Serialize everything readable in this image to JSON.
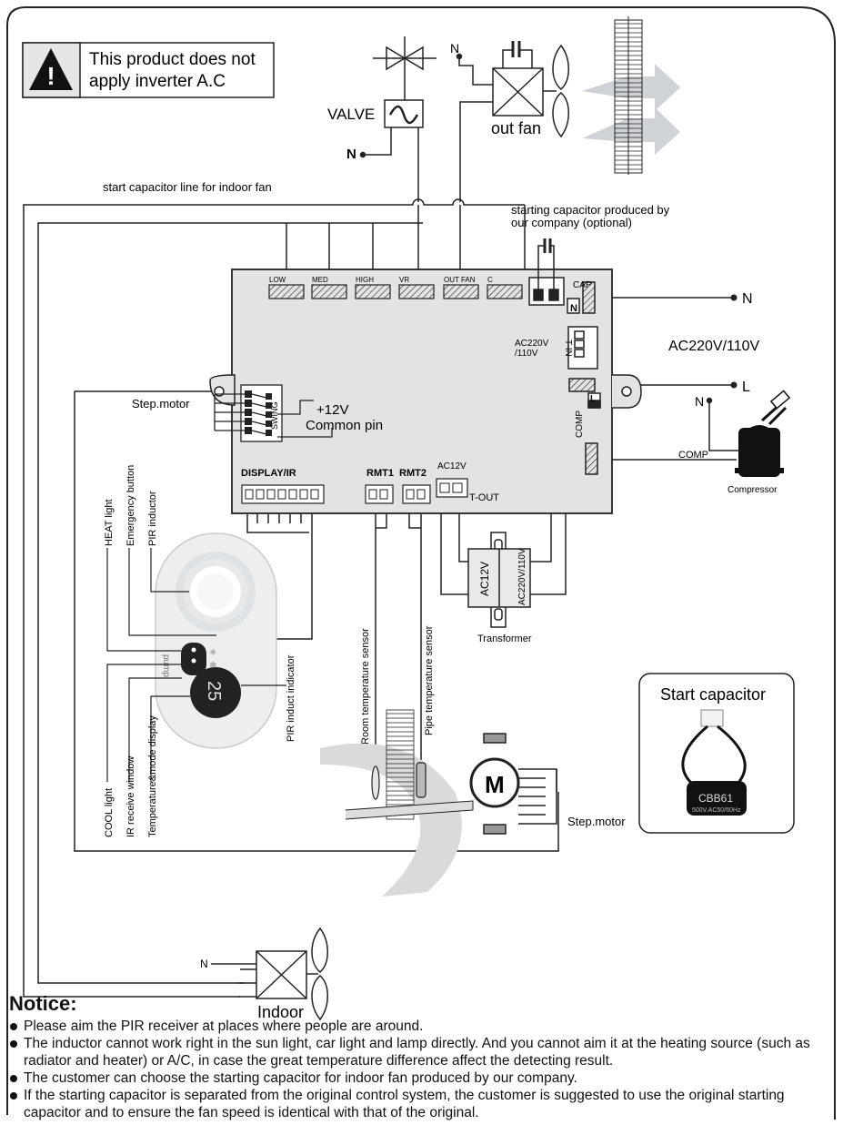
{
  "warning": {
    "line1": "This product does not",
    "line2": "apply inverter A.C"
  },
  "labels": {
    "valve": "VALVE",
    "n_valve_top": "N",
    "n_valve": "N",
    "out_fan": "out fan",
    "start_cap_line": "start capacitor line for indoor fan",
    "starting_cap_1": "starting capacitor produced by",
    "starting_cap_2": "our company (optional)",
    "n_power": "N",
    "l_power": "L",
    "power": "AC220V/110V",
    "n_comp": "N",
    "comp_line": "COMP",
    "compressor": "Compressor",
    "transformer": "Transformer",
    "step_motor_top": "Step.motor",
    "step_motor_bottom": "Step.motor",
    "plus12v": "+12V",
    "common_pin": "Common pin",
    "indoor": "Indoor",
    "n_indoor": "N",
    "heat_light": "HEAT light",
    "emergency_button": "Emergency button",
    "pir_inductor": "PIR inductor",
    "cool_light": "COOL light",
    "ir_window": "IR receive window",
    "temp_mode_display": "Temperature&mode display",
    "pir_induct_indicator": "PIR induct indicator",
    "room_sensor": "Room temperature sensor",
    "pipe_sensor": "Pipe temperature sensor",
    "motor_letter": "M",
    "start_capacitor_title": "Start capacitor",
    "cap_model": "CBB61",
    "cap_rating": "500V.AC50/60Hz"
  },
  "board": {
    "terminals": [
      "LOW",
      "MED",
      "HIGH",
      "VR",
      "OUT FAN",
      "C"
    ],
    "cap": "CAP",
    "n": "N",
    "ac_in_1": "AC220V",
    "ac_in_2": "/110V",
    "t_in": "T-IN",
    "l": "L",
    "comp": "COMP",
    "swing": "SWING",
    "display_ir": "DISPLAY/IR",
    "rmt1": "RMT1",
    "rmt2": "RMT2",
    "ac12v": "AC12V",
    "t_out": "T-OUT",
    "trans_ac12v": "AC12V",
    "trans_ac220": "AC220V/110V",
    "display_digits": "25"
  },
  "notice": {
    "title": "Notice:",
    "items": [
      "Please aim the PIR receiver at places where people are around.",
      "The inductor cannot work right in the sun light, car light and lamp directly. And you cannot aim it at the heating source (such as radiator and heater) or A/C, in case the great temperature difference affect the detecting result.",
      "The customer can choose the starting capacitor for indoor fan produced by our company.",
      "If the starting capacitor is separated from the original control system, the customer is suggested to use the original starting capacitor and to ensure the fan speed is identical with that of the original."
    ]
  }
}
